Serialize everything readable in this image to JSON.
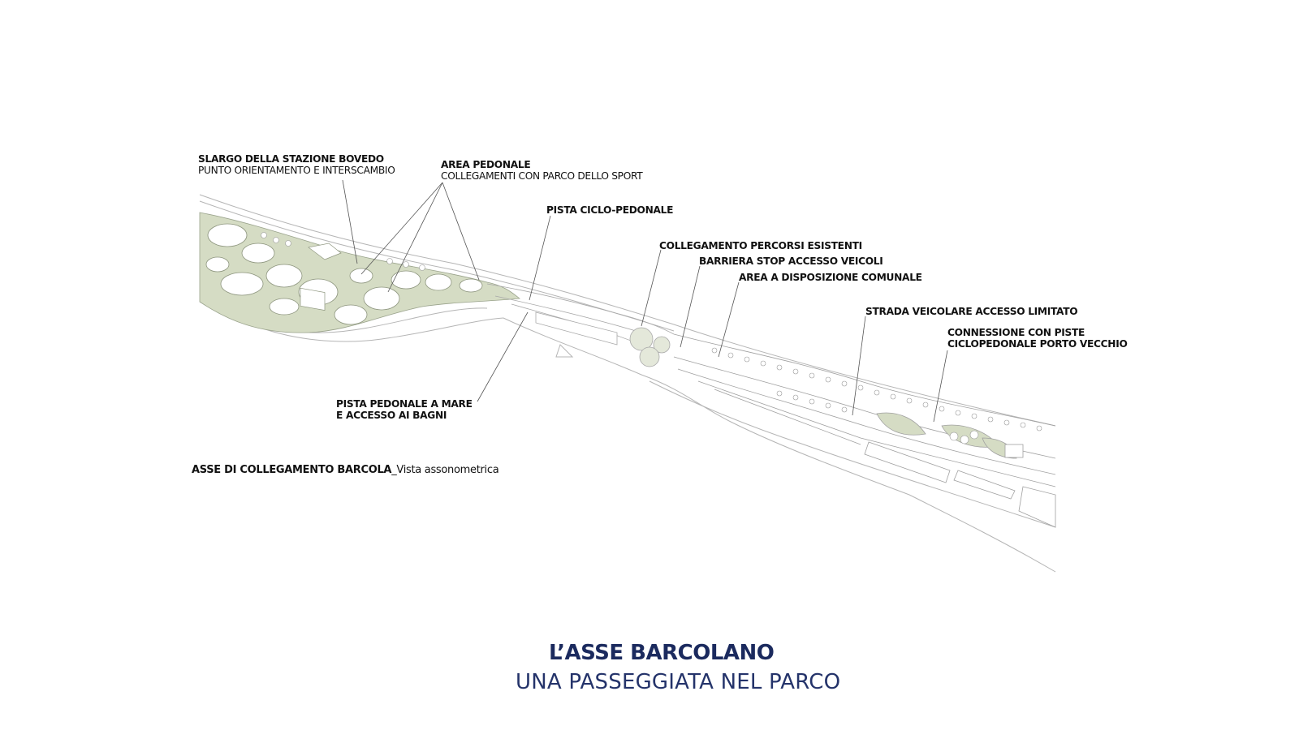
{
  "labels": {
    "stazione": {
      "bold": "SLARGO DELLA STAZIONE BOVEDO",
      "regular": "PUNTO ORIENTAMENTO E INTERSCAMBIO"
    },
    "pedonale": {
      "bold": "AREA PEDONALE",
      "regular": "COLLEGAMENTI CON PARCO DELLO SPORT"
    },
    "ciclo": {
      "bold": "PISTA CICLO-PEDONALE"
    },
    "collegamento": {
      "bold": "COLLEGAMENTO PERCORSI ESISTENTI"
    },
    "barriera": {
      "bold": "BARRIERA STOP ACCESSO VEICOLI"
    },
    "comunale": {
      "bold": "AREA A DISPOSIZIONE COMUNALE"
    },
    "strada": {
      "bold": "STRADA VEICOLARE ACCESSO LIMITATO"
    },
    "connessione": {
      "line1": "CONNESSIONE CON PISTE",
      "line2": "CICLOPEDONALE PORTO VECCHIO"
    },
    "mare": {
      "line1": "PISTA PEDONALE A MARE",
      "line2": "E ACCESSO AI BAGNI"
    }
  },
  "caption": {
    "bold": "ASSE DI COLLEGAMENTO BARCOLA",
    "regular": "_Vista assonometrica"
  },
  "title": "L’ASSE BARCOLANO",
  "subtitle": "UNA PASSEGGIATA NEL PARCO",
  "colors": {
    "park_green": "#d5dcc4",
    "title_blue": "#1b2a5e",
    "line_gray": "#9a9a9a"
  }
}
